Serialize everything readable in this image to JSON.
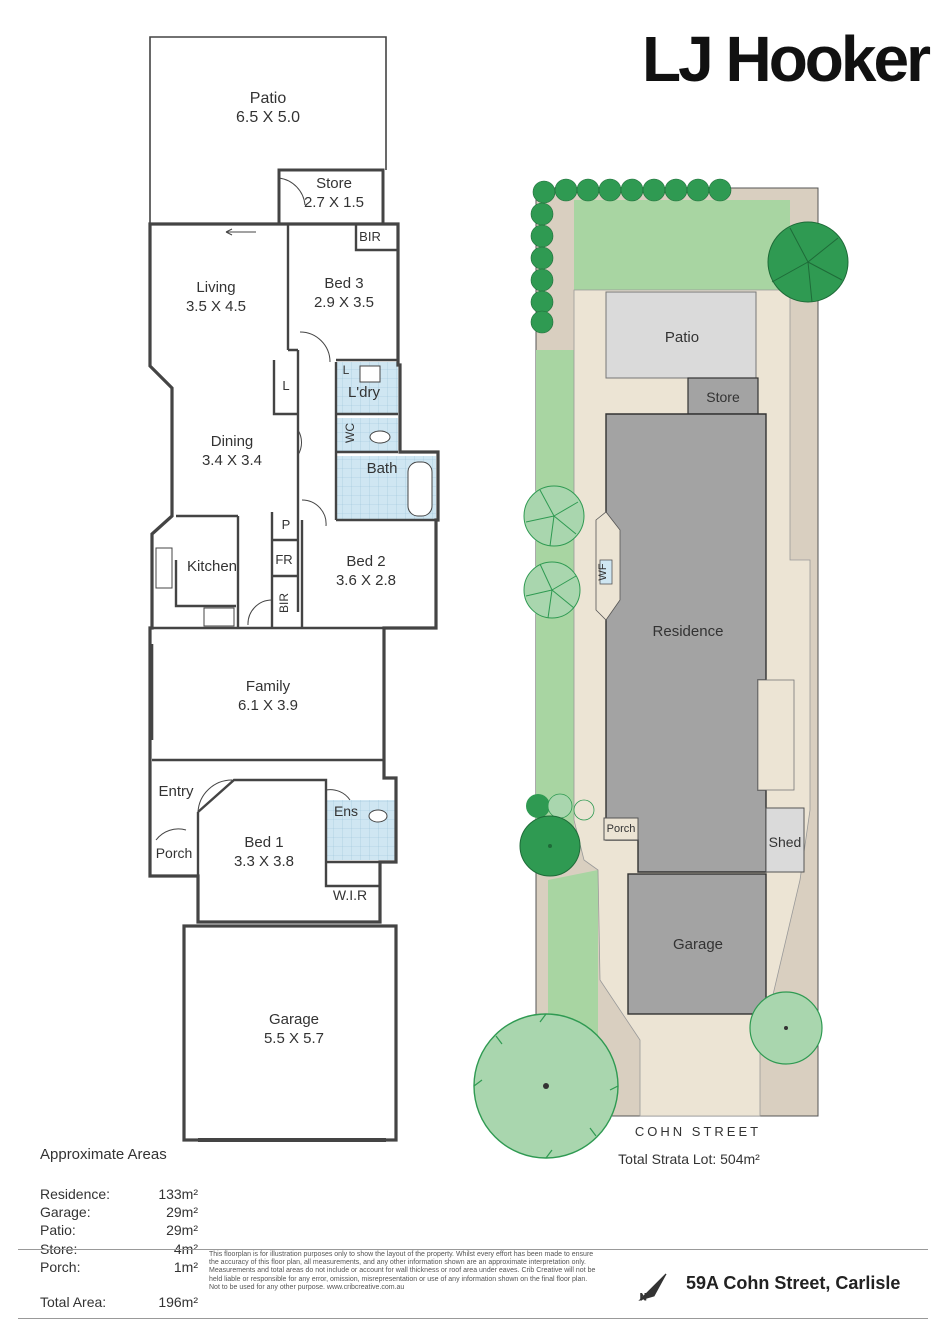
{
  "brand": {
    "name": "LJ Hooker"
  },
  "floorplan": {
    "rooms": [
      {
        "id": "patio",
        "name": "Patio",
        "dims": "6.5 X 5.0"
      },
      {
        "id": "store",
        "name": "Store",
        "dims": "2.7 X 1.5"
      },
      {
        "id": "bir-bed3",
        "name": "BIR",
        "dims": ""
      },
      {
        "id": "living",
        "name": "Living",
        "dims": "3.5 X 4.5"
      },
      {
        "id": "bed3",
        "name": "Bed 3",
        "dims": "2.9 X 3.5"
      },
      {
        "id": "linen-hall",
        "name": "L",
        "dims": ""
      },
      {
        "id": "linen-laundry",
        "name": "L",
        "dims": ""
      },
      {
        "id": "laundry",
        "name": "L'dry",
        "dims": ""
      },
      {
        "id": "wc",
        "name": "WC",
        "dims": ""
      },
      {
        "id": "dining",
        "name": "Dining",
        "dims": "3.4 X 3.4"
      },
      {
        "id": "bath",
        "name": "Bath",
        "dims": ""
      },
      {
        "id": "pantry",
        "name": "P",
        "dims": ""
      },
      {
        "id": "fridge",
        "name": "FR",
        "dims": ""
      },
      {
        "id": "kitchen",
        "name": "Kitchen",
        "dims": ""
      },
      {
        "id": "bir-bed2",
        "name": "BIR",
        "dims": ""
      },
      {
        "id": "bed2",
        "name": "Bed 2",
        "dims": "3.6 X 2.8"
      },
      {
        "id": "family",
        "name": "Family",
        "dims": "6.1 X 3.9"
      },
      {
        "id": "entry",
        "name": "Entry",
        "dims": ""
      },
      {
        "id": "ensuite",
        "name": "Ens",
        "dims": ""
      },
      {
        "id": "porch",
        "name": "Porch",
        "dims": ""
      },
      {
        "id": "bed1",
        "name": "Bed 1",
        "dims": "3.3 X 3.8"
      },
      {
        "id": "wir",
        "name": "W.I.R",
        "dims": ""
      },
      {
        "id": "garage",
        "name": "Garage",
        "dims": "5.5 X 5.7"
      }
    ]
  },
  "siteplan": {
    "labels": {
      "patio": "Patio",
      "store": "Store",
      "residence": "Residence",
      "wf": "WF",
      "porch": "Porch",
      "shed": "Shed",
      "garage": "Garage"
    },
    "street": "COHN STREET",
    "strata": "Total Strata Lot: 504m²"
  },
  "areas": {
    "title": "Approximate Areas",
    "rows": [
      {
        "label": "Residence:",
        "value": "133m²"
      },
      {
        "label": "Garage:",
        "value": "29m²"
      },
      {
        "label": "Patio:",
        "value": "29m²"
      },
      {
        "label": "Store:",
        "value": "4m²"
      },
      {
        "label": "Porch:",
        "value": "1m²"
      }
    ],
    "total": {
      "label": "Total Area:",
      "value": "196m²"
    }
  },
  "disclaimer": "This floorplan is for illustration purposes only to show the layout of the property. Whilst every effort has been made to ensure the accuracy of this floor plan, all measurements, and any other information shown are an approximate interpretation only. Measurements and total areas do not include or account for wall thickness or roof area under eaves. Crib Creative will not be held liable or responsible for any error, omission, misrepresentation or use of any information shown on the final floor plan. Not to be used for any other purpose. www.cribcreative.com.au",
  "address": "59A Cohn Street, Carlisle",
  "colors": {
    "lawn": "#a8d5a2",
    "garden_bed": "#d9cfc0",
    "paving": "#ece4d4",
    "patio_site": "#dadada",
    "building": "#a3a3a3",
    "tree_dark": "#2f9a52",
    "tree_light": "#a9d6ae",
    "wet_area": "#cfe6f2",
    "wall": "#444444"
  }
}
